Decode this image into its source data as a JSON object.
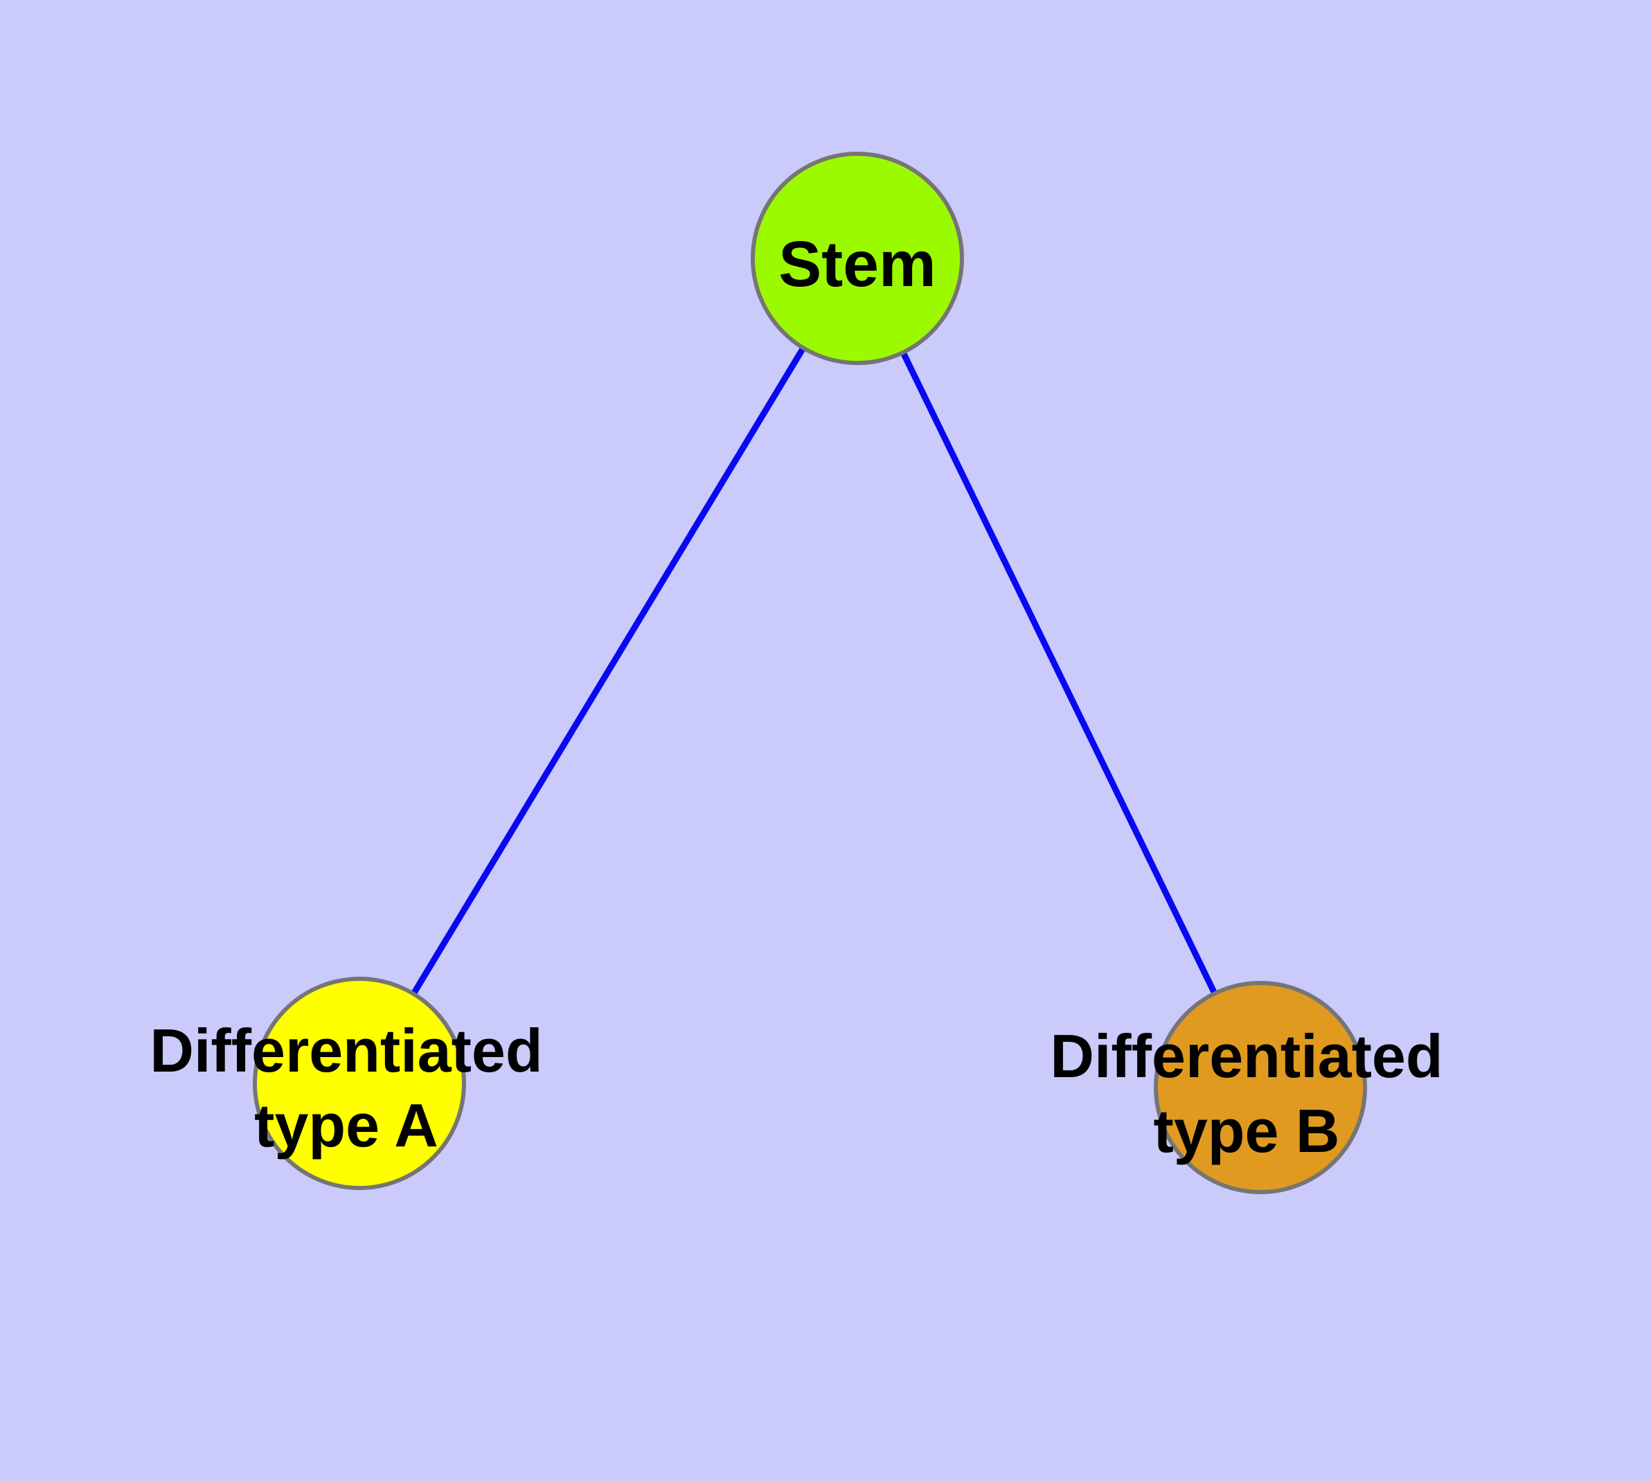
{
  "diagram": {
    "background_color": "#CACAFB",
    "node_border_color": "#757575",
    "text_color": "#000000",
    "nodes": [
      {
        "id": "stem",
        "label": "Stem",
        "fill": "#9BFA00",
        "shape": "circle"
      },
      {
        "id": "differentiated-type-a",
        "label_line1": "Differentiated",
        "label_line2": "type A",
        "fill": "#FFFF00",
        "shape": "circle"
      },
      {
        "id": "differentiated-type-b",
        "label_line1": "Differentiated",
        "label_line2": "type B",
        "fill": "#E09A1F",
        "shape": "circle"
      }
    ],
    "edges": [
      {
        "from": "Stem",
        "to": "Differentiated type A",
        "color": "#0808F2"
      },
      {
        "from": "Stem",
        "to": "Differentiated type B",
        "color": "#0808F2"
      }
    ]
  }
}
